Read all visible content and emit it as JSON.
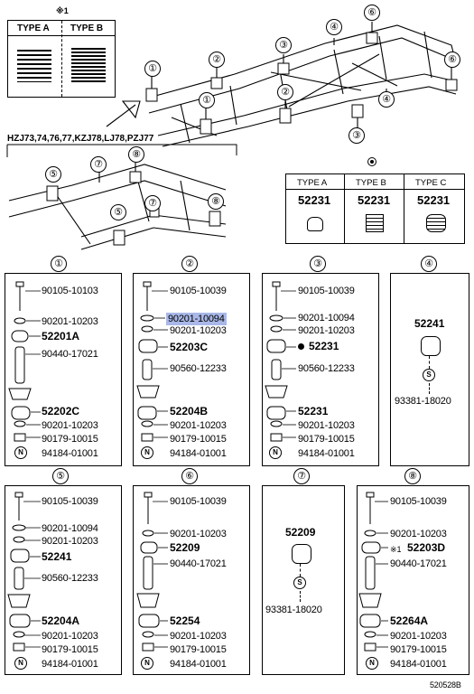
{
  "note_mark": "※1",
  "type_box_top": {
    "type_a": "TYPE A",
    "type_b": "TYPE B"
  },
  "model_text": "HZJ73,74,76,77,KZJ78,LJ78,PZJ77",
  "type_box_mid": {
    "type_a": "TYPE A",
    "type_b": "TYPE B",
    "type_c": "TYPE C",
    "part": "52231"
  },
  "callouts": [
    "①",
    "②",
    "③",
    "④",
    "⑤",
    "⑥",
    "⑦",
    "⑧"
  ],
  "panels": {
    "p1": {
      "title": "①",
      "items": [
        "90105-10103",
        "90201-10203",
        "52201A",
        "90440-17021",
        "52202C",
        "90201-10203",
        "90179-10015",
        "94184-01001"
      ]
    },
    "p2": {
      "title": "②",
      "items": [
        "90105-10039",
        "90201-10094",
        "90201-10203",
        "52203C",
        "90560-12233",
        "52204B",
        "90201-10203",
        "90179-10015",
        "94184-01001"
      ]
    },
    "p3": {
      "title": "③",
      "items": [
        "90105-10039",
        "90201-10094",
        "90201-10203",
        "52231",
        "90560-12233",
        "52231",
        "90201-10203",
        "90179-10015",
        "94184-01001"
      ]
    },
    "p4": {
      "title": "④",
      "items": [
        "52241",
        "93381-18020"
      ]
    },
    "p5": {
      "title": "⑤",
      "items": [
        "90105-10039",
        "90201-10094",
        "90201-10203",
        "52241",
        "90560-12233",
        "52204A",
        "90201-10203",
        "90179-10015",
        "94184-01001"
      ]
    },
    "p6": {
      "title": "⑥",
      "items": [
        "90105-10039",
        "90201-10203",
        "52209",
        "90440-17021",
        "52254",
        "90201-10203",
        "90179-10015",
        "94184-01001"
      ]
    },
    "p7": {
      "title": "⑦",
      "items": [
        "52209",
        "93381-18020"
      ]
    },
    "p8": {
      "title": "⑧",
      "items": [
        "90105-10039",
        "90201-10203",
        "52203D",
        "90440-17021",
        "52264A",
        "90201-10203",
        "90179-10015",
        "94184-01001"
      ]
    }
  },
  "n_symbol": "N",
  "s_symbol": "S",
  "footer": "520528B"
}
